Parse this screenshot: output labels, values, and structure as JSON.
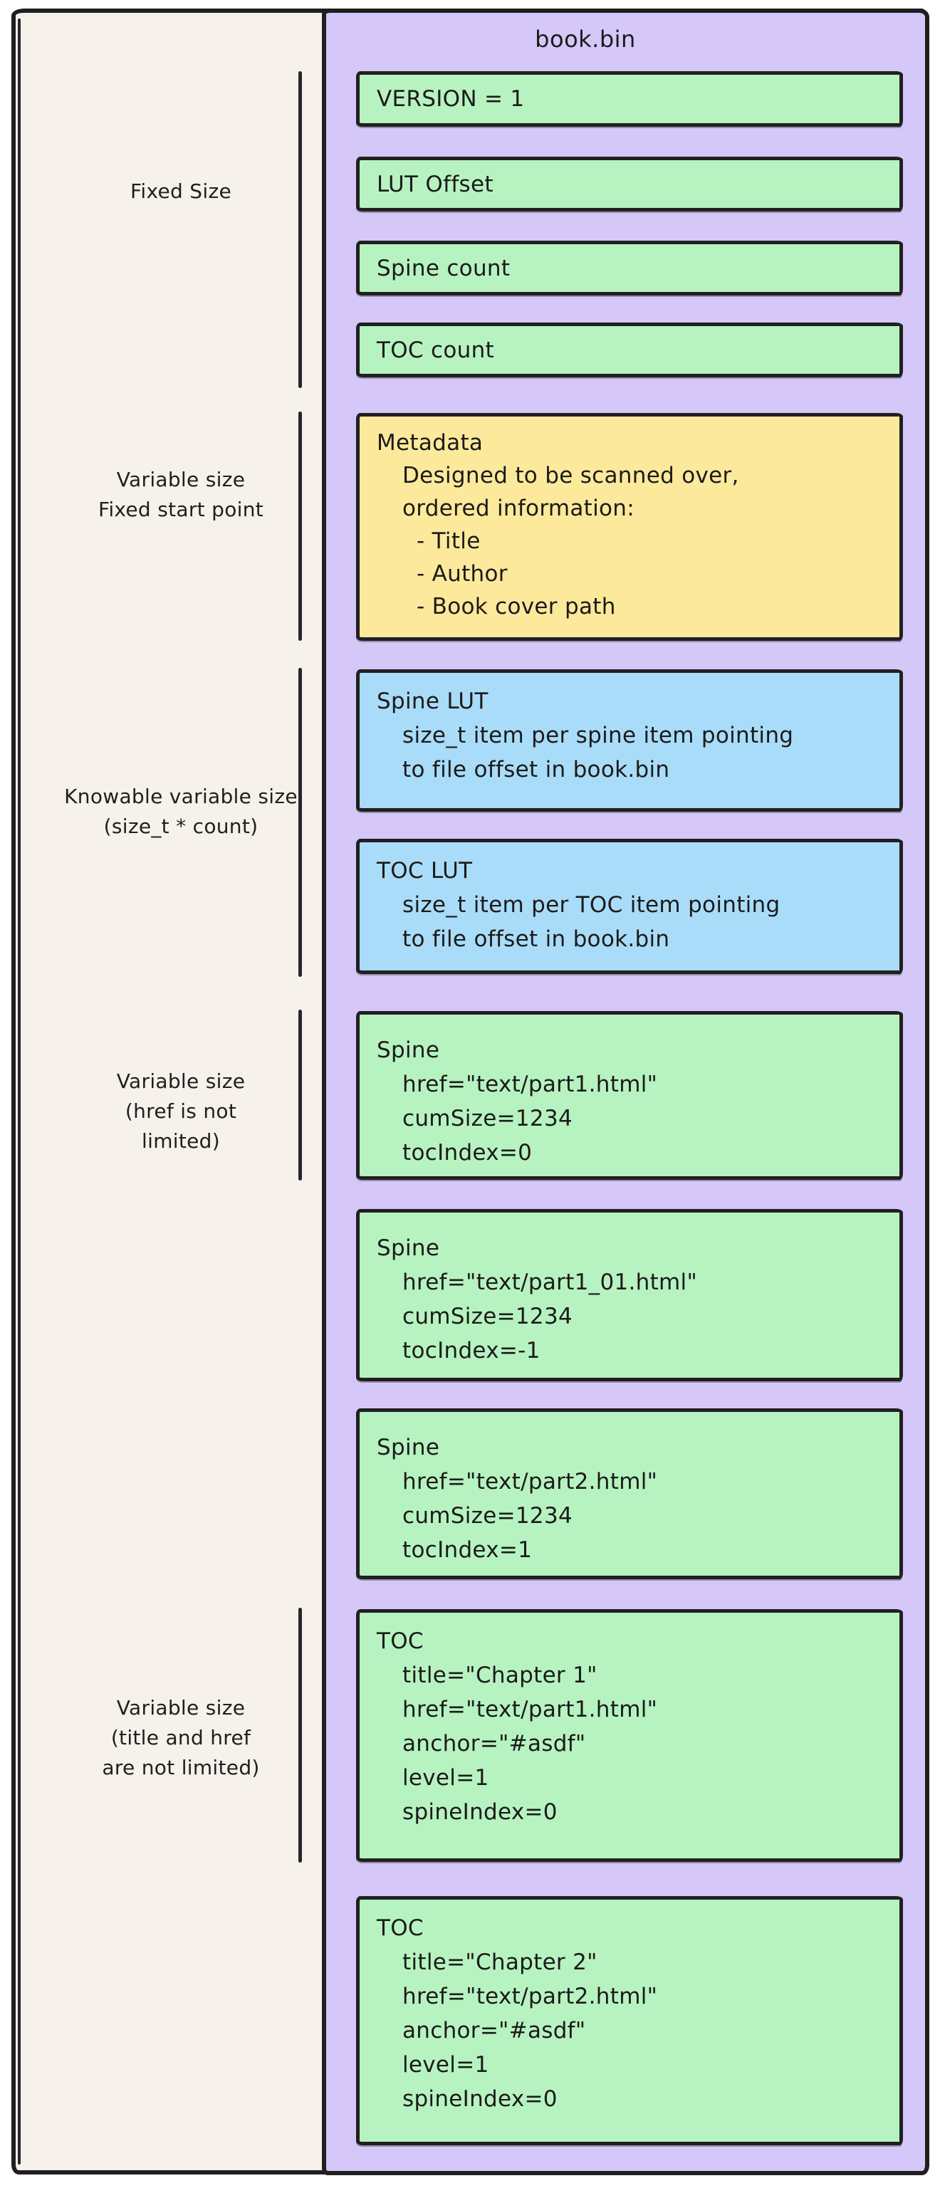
{
  "title": "book.bin",
  "colors": {
    "canvas_background": "#f6f1ea",
    "container_fill": "#d5c8f8",
    "field_fill": "#b7f3c0",
    "metadata_fill": "#fde99b",
    "lut_fill": "#a9dcf8",
    "stroke": "#1f1f1f"
  },
  "side_labels": [
    {
      "id": "fixed-size",
      "lines": [
        "Fixed Size"
      ]
    },
    {
      "id": "variable-fixed-start",
      "lines": [
        "Variable size",
        "Fixed start point"
      ]
    },
    {
      "id": "knowable-variable-size",
      "lines": [
        "Knowable variable size",
        "(size_t * count)"
      ]
    },
    {
      "id": "variable-size-href",
      "lines": [
        "Variable size",
        "(href is not",
        "limited)"
      ]
    },
    {
      "id": "variable-size-title-href",
      "lines": [
        "Variable size",
        "(title and href",
        "are not limited)"
      ]
    }
  ],
  "boxes": [
    {
      "id": "version",
      "lines": [
        "VERSION = 1"
      ]
    },
    {
      "id": "lut-offset",
      "lines": [
        "LUT Offset"
      ]
    },
    {
      "id": "spine-count",
      "lines": [
        "Spine count"
      ]
    },
    {
      "id": "toc-count",
      "lines": [
        "TOC count"
      ]
    },
    {
      "id": "metadata",
      "lines": [
        "Metadata",
        "Designed to be scanned over,",
        "ordered information:",
        "- Title",
        "- Author",
        "- Book cover path"
      ]
    },
    {
      "id": "spine-lut",
      "lines": [
        "Spine LUT",
        "size_t item per spine item pointing",
        "to file offset in book.bin"
      ]
    },
    {
      "id": "toc-lut",
      "lines": [
        "TOC LUT",
        "size_t item per TOC item pointing",
        "to file offset in book.bin"
      ]
    },
    {
      "id": "spine-1",
      "lines": [
        "Spine",
        "href=\"text/part1.html\"",
        "cumSize=1234",
        "tocIndex=0"
      ]
    },
    {
      "id": "spine-2",
      "lines": [
        "Spine",
        "href=\"text/part1_01.html\"",
        "cumSize=1234",
        "tocIndex=-1"
      ]
    },
    {
      "id": "spine-3",
      "lines": [
        "Spine",
        "href=\"text/part2.html\"",
        "cumSize=1234",
        "tocIndex=1"
      ]
    },
    {
      "id": "toc-1",
      "lines": [
        "TOC",
        "title=\"Chapter 1\"",
        "href=\"text/part1.html\"",
        "anchor=\"#asdf\"",
        "level=1",
        "spineIndex=0"
      ]
    },
    {
      "id": "toc-2",
      "lines": [
        "TOC",
        "title=\"Chapter 2\"",
        "href=\"text/part2.html\"",
        "anchor=\"#asdf\"",
        "level=1",
        "spineIndex=0"
      ]
    }
  ]
}
